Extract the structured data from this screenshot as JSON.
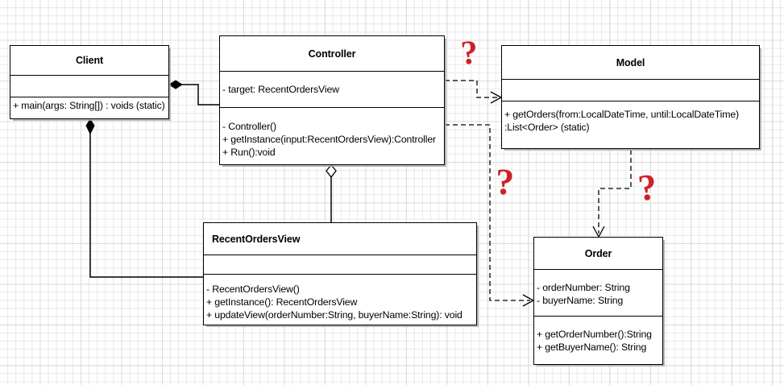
{
  "diagram": {
    "kind": "uml-class-diagram",
    "background": "#ffffff",
    "grid_color": "#e8e8e8",
    "annotation_color": "#cc2229"
  },
  "classes": {
    "client": {
      "name": "Client",
      "attributes": [],
      "methods": [
        "+ main(args: String[]) : voids (static)"
      ]
    },
    "controller": {
      "name": "Controller",
      "attributes": [
        "- target: RecentOrdersView"
      ],
      "methods": [
        "- Controller()",
        "+  getInstance(input:RecentOrdersView):Controller",
        "+ Run():void"
      ]
    },
    "model": {
      "name": "Model",
      "attributes": [],
      "methods": [
        "+ getOrders(from:LocalDateTime, until:LocalDateTime)",
        ":List<Order> (static)"
      ]
    },
    "recentordersview": {
      "name": "RecentOrdersView",
      "attributes": [],
      "methods": [
        "- RecentOrdersView()",
        "+ getInstance(): RecentOrdersView",
        "+ updateView(orderNumber:String, buyerName:String): void"
      ]
    },
    "order": {
      "name": "Order",
      "attributes": [
        "- orderNumber: String",
        "- buyerName: String"
      ],
      "methods": [
        "+ getOrderNumber():String",
        "+ getBuyerName(): String"
      ]
    }
  },
  "annotations": [
    {
      "id": "qmark-controller-model",
      "text": "?"
    },
    {
      "id": "qmark-controller-order",
      "text": "?"
    },
    {
      "id": "qmark-model-order",
      "text": "?"
    }
  ],
  "relationships": [
    {
      "id": "client-controller",
      "from": "Client",
      "to": "Controller",
      "type": "composition",
      "marker": "filled-diamond"
    },
    {
      "id": "client-recentordersview",
      "from": "Client",
      "to": "RecentOrdersView",
      "type": "composition",
      "marker": "filled-diamond"
    },
    {
      "id": "controller-recentordersview",
      "from": "Controller",
      "to": "RecentOrdersView",
      "type": "aggregation",
      "marker": "hollow-diamond"
    },
    {
      "id": "controller-model",
      "from": "Controller",
      "to": "Model",
      "type": "dependency",
      "marker": "dashed-open-arrow"
    },
    {
      "id": "controller-order",
      "from": "Controller",
      "to": "Order",
      "type": "dependency",
      "marker": "dashed-open-arrow"
    },
    {
      "id": "model-order",
      "from": "Model",
      "to": "Order",
      "type": "dependency",
      "marker": "dashed-open-arrow"
    }
  ]
}
